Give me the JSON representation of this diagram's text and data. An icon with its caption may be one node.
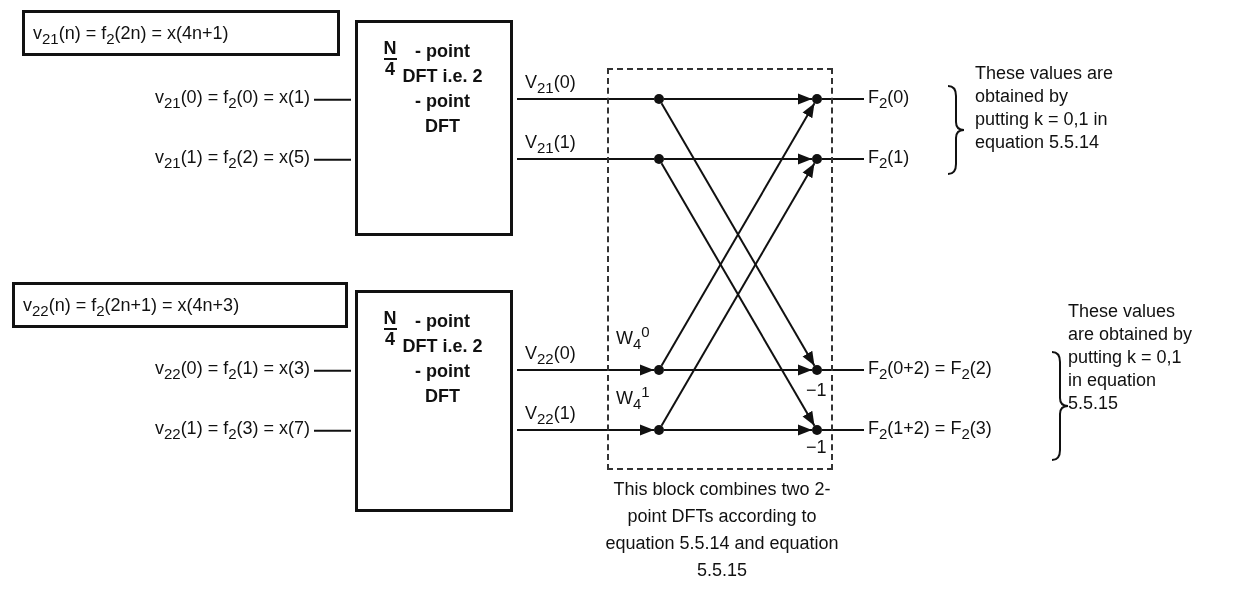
{
  "diagram": {
    "nodes": [
      {
        "text": [
          "v$_{21}$(n) = f$_{2}$(2n) = x(4n+1)"
        ]
      },
      {
        "text": [
          "v$_{21}$(0) = f$_{2}$(0) = x(1)"
        ]
      },
      {
        "text": [
          "v$_{21}$(1) = f$_{2}$(2) = x(5)"
        ]
      },
      {
        "text": [
          "N",
          "4",
          "- point DFT i.e. 2 - point DFT"
        ]
      },
      {
        "text": [
          "v$_{22}$(n) = f$_{2}$(2n+1) = x(4n+3)"
        ]
      },
      {
        "text": [
          "v$_{22}$(0) = f$_{2}$(1) = x(3)"
        ]
      },
      {
        "text": [
          "v$_{22}$(1) = f$_{2}$(3) = x(7)"
        ]
      },
      {
        "text": [
          "N",
          "4",
          "- point DFT i.e. 2 - point DFT"
        ]
      },
      {
        "text": [
          "This block combines two 2-point DFTs according to equation 5.5.14 and equation 5.5.15"
        ]
      },
      {
        "text": [],
        "shape": "circle",
        "in": 8
      },
      {
        "text": [],
        "shape": "circle",
        "in": 8
      },
      {
        "text": [],
        "shape": "circle",
        "in": 8
      },
      {
        "text": [],
        "shape": "circle",
        "in": 8
      },
      {
        "text": [],
        "shape": "circle",
        "in": 8
      },
      {
        "text": [],
        "shape": "circle",
        "in": 8
      },
      {
        "text": [],
        "shape": "circle",
        "in": 8
      },
      {
        "text": [],
        "shape": "circle",
        "in": 8
      },
      {
        "text": [
          "F$_{2}$(0)"
        ]
      },
      {
        "text": [
          "F$_{2}$(1)"
        ]
      },
      {
        "text": [
          "F$_{2}$(0+2) = F$_{2}$(2)"
        ]
      },
      {
        "text": [
          "F$_{2}$(1+2) = F$_{2}$(3)"
        ]
      }
    ],
    "edges": [
      {
        "from": 1,
        "to": 3,
        "arrow": "none"
      },
      {
        "from": 2,
        "to": 3,
        "arrow": "none"
      },
      {
        "from": 5,
        "to": 7,
        "arrow": "none"
      },
      {
        "from": 6,
        "to": 7,
        "arrow": "none"
      },
      {
        "from": 3,
        "to": 9,
        "arrow": "none",
        "label": "V$_{21}$(0)"
      },
      {
        "from": 3,
        "to": 10,
        "arrow": "none",
        "label": "V$_{21}$(1)"
      },
      {
        "from": 7,
        "to": 11,
        "arrow": "to",
        "label": "V$_{22}$(0)"
      },
      {
        "from": 7,
        "to": 12,
        "arrow": "to",
        "label": "V$_{22}$(1)"
      },
      {
        "from": 9,
        "to": 13,
        "arrow": "to"
      },
      {
        "from": 9,
        "to": 15,
        "arrow": "to"
      },
      {
        "from": 10,
        "to": 14,
        "arrow": "to"
      },
      {
        "from": 10,
        "to": 16,
        "arrow": "to"
      },
      {
        "from": 11,
        "to": 13,
        "arrow": "to"
      },
      {
        "from": 11,
        "to": 15,
        "arrow": "to"
      },
      {
        "from": 12,
        "to": 14,
        "arrow": "to"
      },
      {
        "from": 12,
        "to": 16,
        "arrow": "to"
      },
      {
        "from": 13,
        "to": 17,
        "arrow": "none"
      },
      {
        "from": 14,
        "to": 18,
        "arrow": "none"
      },
      {
        "from": 15,
        "to": 19,
        "arrow": "none"
      },
      {
        "from": 16,
        "to": 20,
        "arrow": "none"
      }
    ],
    "labels": [
      "W$_{4}$$^{0}$",
      "W$_{4}$$^{1}$",
      "−1",
      "−1",
      "These values are obtained by putting k = 0,1 in equation 5.5.14",
      "These values are obtained by putting k = 0,1 in equation 5.5.15"
    ]
  }
}
